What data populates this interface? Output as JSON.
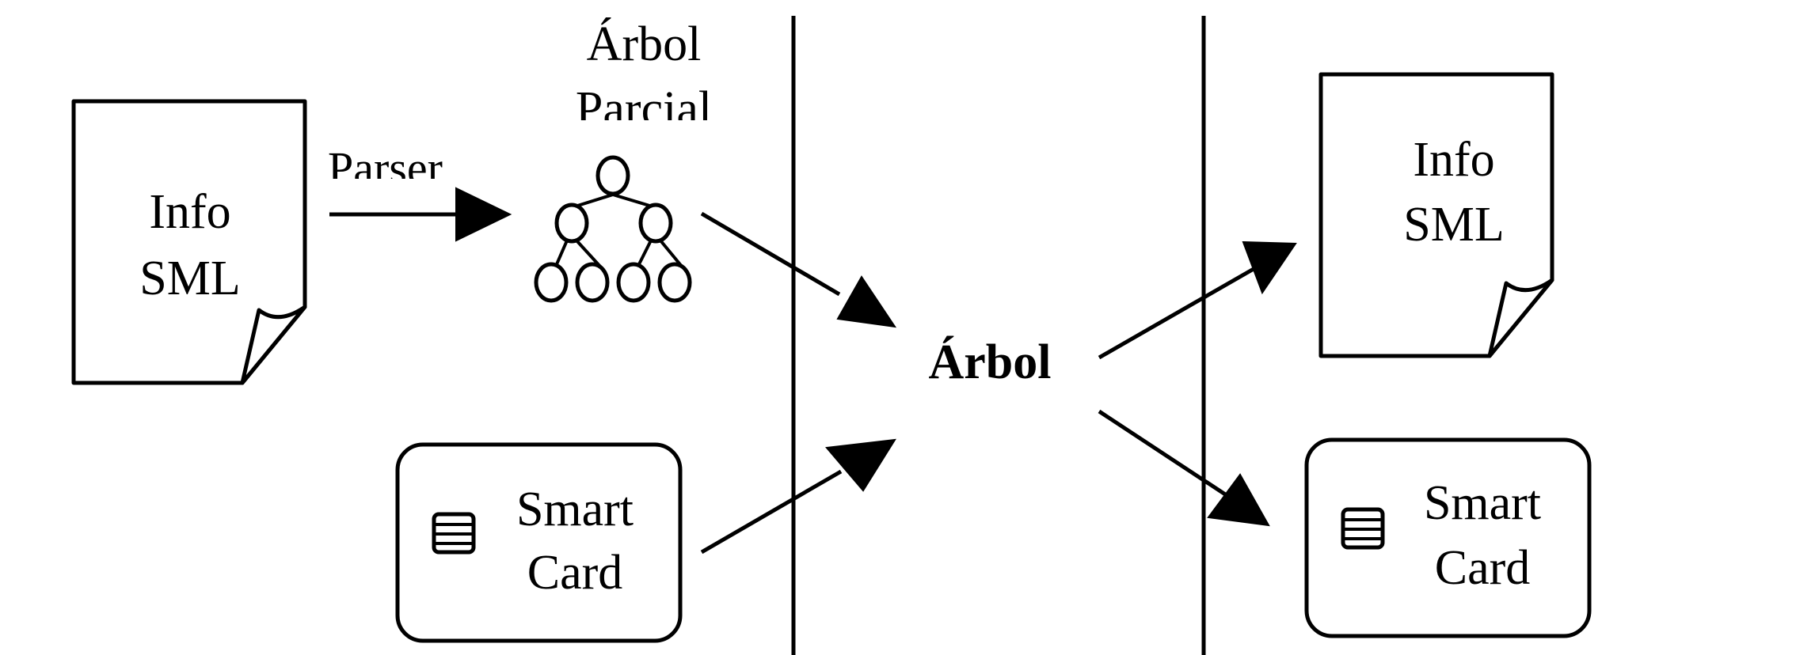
{
  "left_document": {
    "line1": "Info",
    "line2": "SML"
  },
  "parser_label": "Parser",
  "partial_tree": {
    "title_line1": "Árbol",
    "title_line2": "Parcial"
  },
  "center_label": "Árbol",
  "left_card": {
    "line1": "Smart",
    "line2": "Card"
  },
  "right_document": {
    "line1": "Info",
    "line2": "SML"
  },
  "right_card": {
    "line1": "Smart",
    "line2": "Card"
  },
  "icons": [
    "document-icon",
    "tree-icon",
    "smart-card-icon",
    "chip-icon"
  ]
}
